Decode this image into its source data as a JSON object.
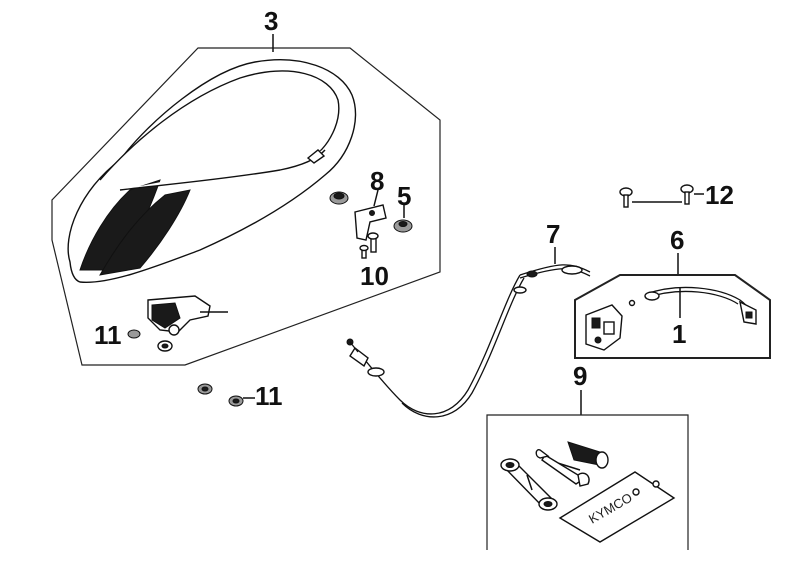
{
  "callouts": {
    "c3": "3",
    "c8": "8",
    "c5": "5",
    "c10": "10",
    "c11a": "11",
    "c11b": "11",
    "c7": "7",
    "c6": "6",
    "c1": "1",
    "c12": "12",
    "c9": "9"
  },
  "tool_kit": {
    "brand_text": "KYMCO"
  }
}
